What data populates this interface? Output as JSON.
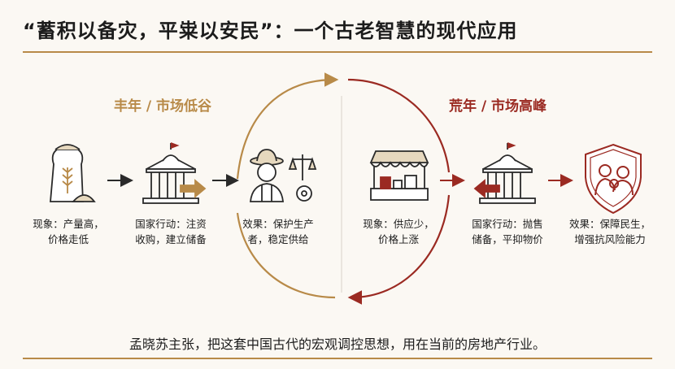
{
  "title": "“蓄积以备灾，平粜以安民”：一个古老智慧的现代应用",
  "colors": {
    "gold": "#B88A48",
    "red": "#9B2A22",
    "text": "#1c1c1c",
    "bg": "#FBF8F3"
  },
  "left_section": {
    "label": "丰年 / 市场低谷",
    "steps": [
      {
        "icon": "grain-sack-icon",
        "line1": "现象：产量高，",
        "line2": "价格走低"
      },
      {
        "icon": "government-buy-icon",
        "line1": "国家行动：注资",
        "line2": "收购，建立储备"
      },
      {
        "icon": "farmer-scale-icon",
        "line1": "效果：保护生产",
        "line2": "者，稳定供给"
      }
    ]
  },
  "right_section": {
    "label": "荒年 / 市场高峰",
    "steps": [
      {
        "icon": "market-stall-icon",
        "line1": "现象：供应少，",
        "line2": "价格上涨"
      },
      {
        "icon": "government-sell-icon",
        "line1": "国家行动：抛售",
        "line2": "储备，平抑物价"
      },
      {
        "icon": "family-shield-icon",
        "line1": "效果：保障民生，",
        "line2": "增强抗风险能力"
      }
    ]
  },
  "bottom_text": "孟晓苏主张，把这套中国古代的宏观调控思想，用在当前的房地产行业。"
}
